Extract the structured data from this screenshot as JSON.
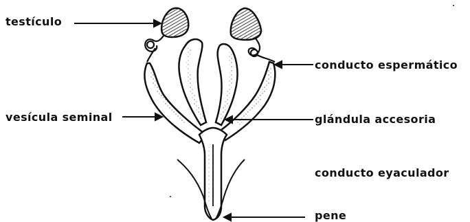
{
  "labels": {
    "testiculo": "testículo",
    "conducto_espermatico": "conducto espermático",
    "vesicula_seminal": "vesícula seminal",
    "glandula_accesoria": "glándula accesoria",
    "conducto_eyaculador": "conducto eyaculador",
    "pene": "pene"
  },
  "colors": {
    "ink": "#111111",
    "paper": "#ffffff"
  }
}
